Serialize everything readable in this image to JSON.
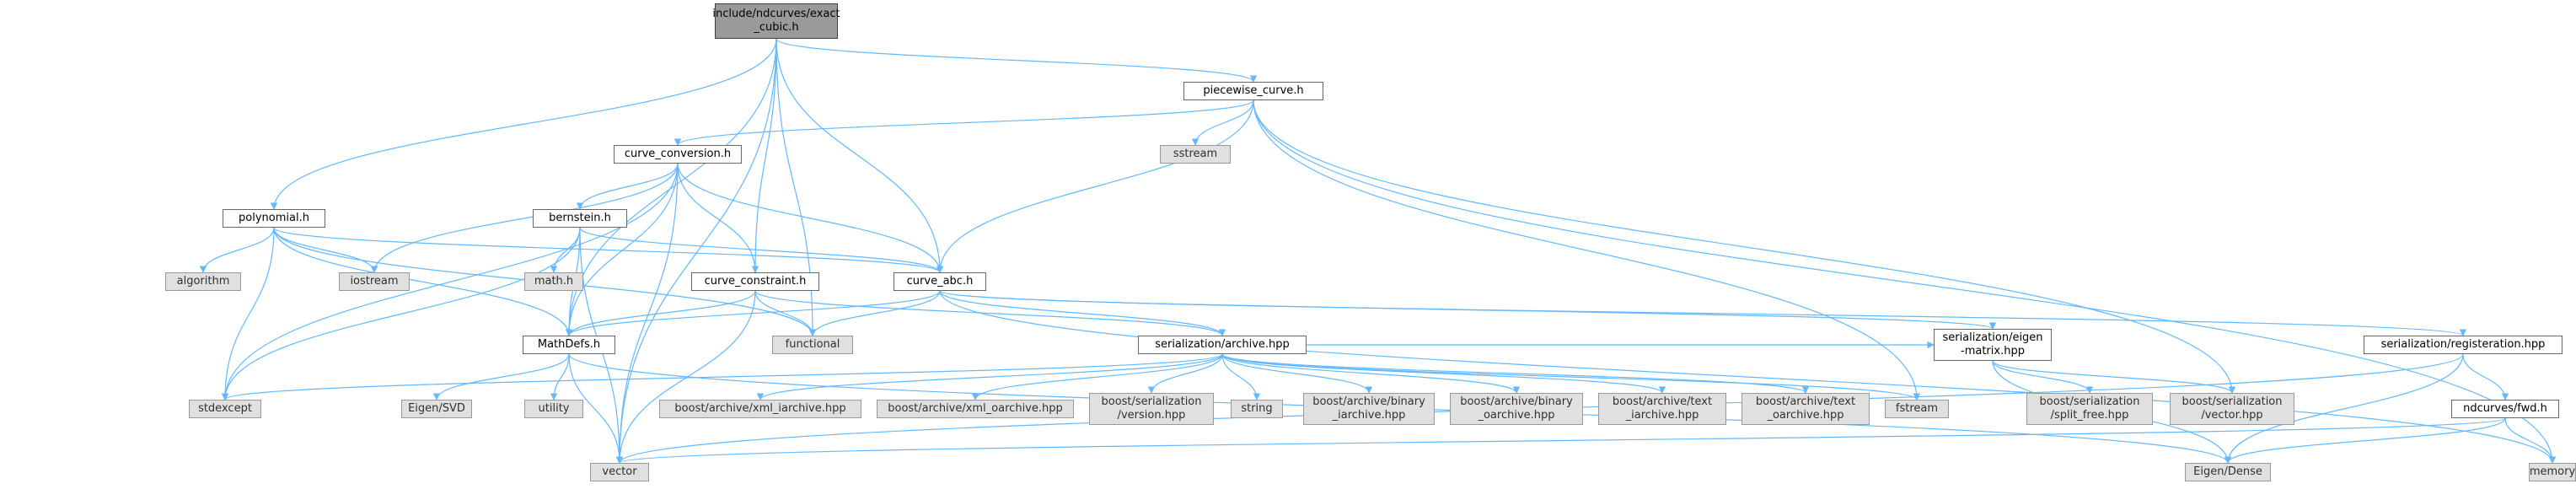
{
  "colors": {
    "edge": "#63b8ff",
    "root_fill": "#9a9a9a",
    "ext_fill": "#e0e0e0",
    "node_border": "#666666"
  },
  "nodes": [
    {
      "id": "root",
      "label": "include/ndcurves/exact\n_cubic.h",
      "kind": "root"
    },
    {
      "id": "piecewise",
      "label": "piecewise_curve.h",
      "kind": "file"
    },
    {
      "id": "curve_conversion",
      "label": "curve_conversion.h",
      "kind": "file"
    },
    {
      "id": "sstream",
      "label": "sstream",
      "kind": "ext"
    },
    {
      "id": "polynomial",
      "label": "polynomial.h",
      "kind": "file"
    },
    {
      "id": "bernstein",
      "label": "bernstein.h",
      "kind": "file"
    },
    {
      "id": "algorithm",
      "label": "algorithm",
      "kind": "ext"
    },
    {
      "id": "iostream",
      "label": "iostream",
      "kind": "ext"
    },
    {
      "id": "mathh",
      "label": "math.h",
      "kind": "ext"
    },
    {
      "id": "curve_constraint",
      "label": "curve_constraint.h",
      "kind": "file"
    },
    {
      "id": "curve_abc",
      "label": "curve_abc.h",
      "kind": "file"
    },
    {
      "id": "mathdefs",
      "label": "MathDefs.h",
      "kind": "file"
    },
    {
      "id": "functional",
      "label": "functional",
      "kind": "ext"
    },
    {
      "id": "archive",
      "label": "serialization/archive.hpp",
      "kind": "file"
    },
    {
      "id": "eigen_matrix",
      "label": "serialization/eigen\n-matrix.hpp",
      "kind": "file"
    },
    {
      "id": "registeration",
      "label": "serialization/registeration.hpp",
      "kind": "file"
    },
    {
      "id": "stdexcept",
      "label": "stdexcept",
      "kind": "ext"
    },
    {
      "id": "eigensvd",
      "label": "Eigen/SVD",
      "kind": "ext"
    },
    {
      "id": "utility",
      "label": "utility",
      "kind": "ext"
    },
    {
      "id": "xml_i",
      "label": "boost/archive/xml_iarchive.hpp",
      "kind": "ext"
    },
    {
      "id": "xml_o",
      "label": "boost/archive/xml_oarchive.hpp",
      "kind": "ext"
    },
    {
      "id": "bs_version",
      "label": "boost/serialization\n/version.hpp",
      "kind": "ext"
    },
    {
      "id": "string",
      "label": "string",
      "kind": "ext"
    },
    {
      "id": "bin_i",
      "label": "boost/archive/binary\n_iarchive.hpp",
      "kind": "ext"
    },
    {
      "id": "bin_o",
      "label": "boost/archive/binary\n_oarchive.hpp",
      "kind": "ext"
    },
    {
      "id": "txt_i",
      "label": "boost/archive/text\n_iarchive.hpp",
      "kind": "ext"
    },
    {
      "id": "txt_o",
      "label": "boost/archive/text\n_oarchive.hpp",
      "kind": "ext"
    },
    {
      "id": "fstream",
      "label": "fstream",
      "kind": "ext"
    },
    {
      "id": "split_free",
      "label": "boost/serialization\n/split_free.hpp",
      "kind": "ext"
    },
    {
      "id": "bs_vector",
      "label": "boost/serialization\n/vector.hpp",
      "kind": "ext"
    },
    {
      "id": "fwd",
      "label": "ndcurves/fwd.h",
      "kind": "file"
    },
    {
      "id": "vector",
      "label": "vector",
      "kind": "ext"
    },
    {
      "id": "eigendense",
      "label": "Eigen/Dense",
      "kind": "ext"
    },
    {
      "id": "memory",
      "label": "memory",
      "kind": "ext"
    }
  ],
  "edges": [
    [
      "root",
      "piecewise"
    ],
    [
      "root",
      "polynomial"
    ],
    [
      "root",
      "curve_constraint"
    ],
    [
      "root",
      "curve_abc"
    ],
    [
      "root",
      "mathdefs"
    ],
    [
      "root",
      "functional"
    ],
    [
      "root",
      "vector"
    ],
    [
      "piecewise",
      "curve_conversion"
    ],
    [
      "piecewise",
      "sstream"
    ],
    [
      "piecewise",
      "curve_abc"
    ],
    [
      "piecewise",
      "fstream"
    ],
    [
      "piecewise",
      "bs_vector"
    ],
    [
      "piecewise",
      "memory"
    ],
    [
      "curve_conversion",
      "bernstein"
    ],
    [
      "curve_conversion",
      "curve_constraint"
    ],
    [
      "curve_conversion",
      "curve_abc"
    ],
    [
      "curve_conversion",
      "mathdefs"
    ],
    [
      "curve_conversion",
      "iostream"
    ],
    [
      "curve_conversion",
      "stdexcept"
    ],
    [
      "curve_conversion",
      "vector"
    ],
    [
      "polynomial",
      "algorithm"
    ],
    [
      "polynomial",
      "iostream"
    ],
    [
      "polynomial",
      "curve_abc"
    ],
    [
      "polynomial",
      "mathdefs"
    ],
    [
      "polynomial",
      "stdexcept"
    ],
    [
      "polynomial",
      "functional"
    ],
    [
      "bernstein",
      "mathh"
    ],
    [
      "bernstein",
      "curve_abc"
    ],
    [
      "bernstein",
      "mathdefs"
    ],
    [
      "bernstein",
      "stdexcept"
    ],
    [
      "bernstein",
      "vector"
    ],
    [
      "curve_constraint",
      "mathdefs"
    ],
    [
      "curve_constraint",
      "functional"
    ],
    [
      "curve_constraint",
      "vector"
    ],
    [
      "curve_constraint",
      "archive"
    ],
    [
      "curve_abc",
      "functional"
    ],
    [
      "curve_abc",
      "mathdefs"
    ],
    [
      "curve_abc",
      "archive"
    ],
    [
      "curve_abc",
      "eigen_matrix"
    ],
    [
      "curve_abc",
      "registeration"
    ],
    [
      "curve_abc",
      "memory"
    ],
    [
      "mathdefs",
      "eigensvd"
    ],
    [
      "mathdefs",
      "utility"
    ],
    [
      "mathdefs",
      "vector"
    ],
    [
      "mathdefs",
      "eigendense"
    ],
    [
      "archive",
      "stdexcept"
    ],
    [
      "archive",
      "xml_i"
    ],
    [
      "archive",
      "xml_o"
    ],
    [
      "archive",
      "bs_version"
    ],
    [
      "archive",
      "string"
    ],
    [
      "archive",
      "bin_i"
    ],
    [
      "archive",
      "bin_o"
    ],
    [
      "archive",
      "txt_i"
    ],
    [
      "archive",
      "txt_o"
    ],
    [
      "archive",
      "fstream"
    ],
    [
      "archive",
      "eigen_matrix"
    ],
    [
      "eigen_matrix",
      "split_free"
    ],
    [
      "eigen_matrix",
      "bs_vector"
    ],
    [
      "eigen_matrix",
      "eigendense"
    ],
    [
      "registeration",
      "fwd"
    ],
    [
      "registeration",
      "eigendense"
    ],
    [
      "registeration",
      "vector"
    ],
    [
      "fwd",
      "vector"
    ],
    [
      "fwd",
      "eigendense"
    ],
    [
      "fwd",
      "memory"
    ]
  ]
}
